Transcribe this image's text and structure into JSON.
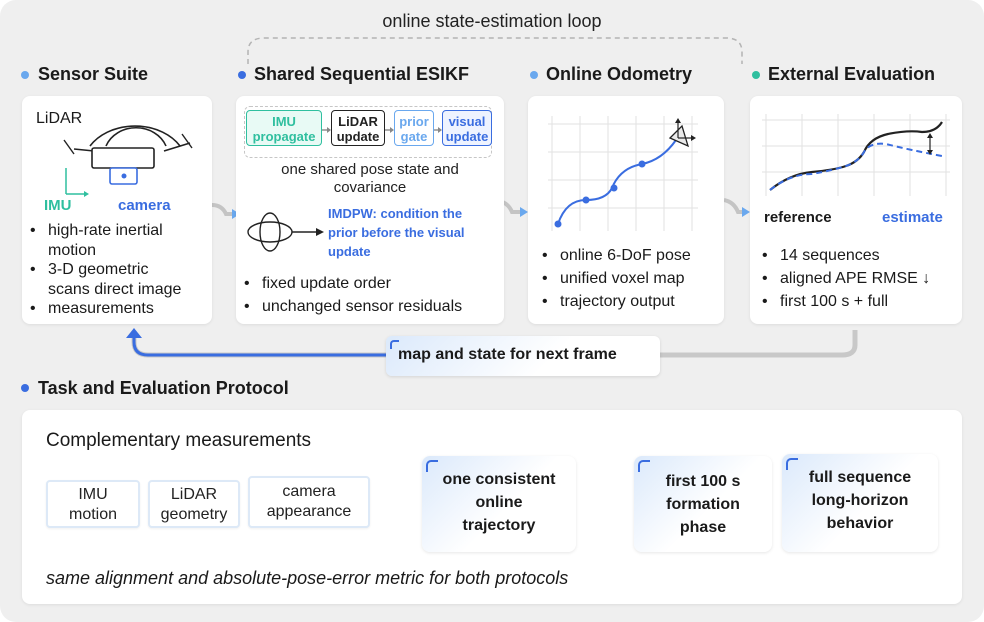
{
  "loop_label": "online state-estimation loop",
  "colors": {
    "blue": "#3a6de0",
    "light_blue": "#6aa8ee",
    "teal": "#2fbf9f",
    "dark": "#1a1a1a"
  },
  "sensor": {
    "title": "Sensor Suite",
    "lidar": "LiDAR",
    "imu": "IMU",
    "camera": "camera",
    "bullets": [
      "high-rate inertial",
      "motion",
      "3-D geometric",
      "scans direct image",
      "measurements"
    ]
  },
  "esikf": {
    "title": "Shared Sequential ESIKF",
    "chips": {
      "imu": [
        "IMU",
        "propagate"
      ],
      "lidar": [
        "LiDAR",
        "update"
      ],
      "prior": [
        "prior",
        "gate"
      ],
      "visual": [
        "visual",
        "update"
      ]
    },
    "shared": [
      "one shared pose state and",
      "covariance"
    ],
    "imdpw": [
      "IMDPW: condition the",
      "prior before the visual",
      "update"
    ],
    "bullets": [
      "fixed update order",
      "unchanged sensor residuals"
    ]
  },
  "odometry": {
    "title": "Online Odometry",
    "bullets": [
      "online 6-DoF pose",
      "unified voxel map",
      "trajectory output"
    ]
  },
  "evaluation": {
    "title": "External Evaluation",
    "reference": "reference",
    "estimate": "estimate",
    "bullets": [
      "14 sequences",
      "aligned APE RMSE ↓",
      "first 100 s + full"
    ]
  },
  "feedback": "map and state for next frame",
  "protocol": {
    "title": "Task and Evaluation Protocol",
    "subtitle": "Complementary measurements",
    "inputs": [
      [
        "IMU",
        "motion"
      ],
      [
        "LiDAR",
        "geometry"
      ],
      [
        "camera",
        "appearance"
      ]
    ],
    "trajectory": [
      "one consistent",
      "online",
      "trajectory"
    ],
    "first": [
      "first 100 s",
      "formation",
      "phase"
    ],
    "full": [
      "full sequence",
      "long-horizon",
      "behavior"
    ],
    "footer": "same alignment and absolute-pose-error metric for both protocols"
  }
}
